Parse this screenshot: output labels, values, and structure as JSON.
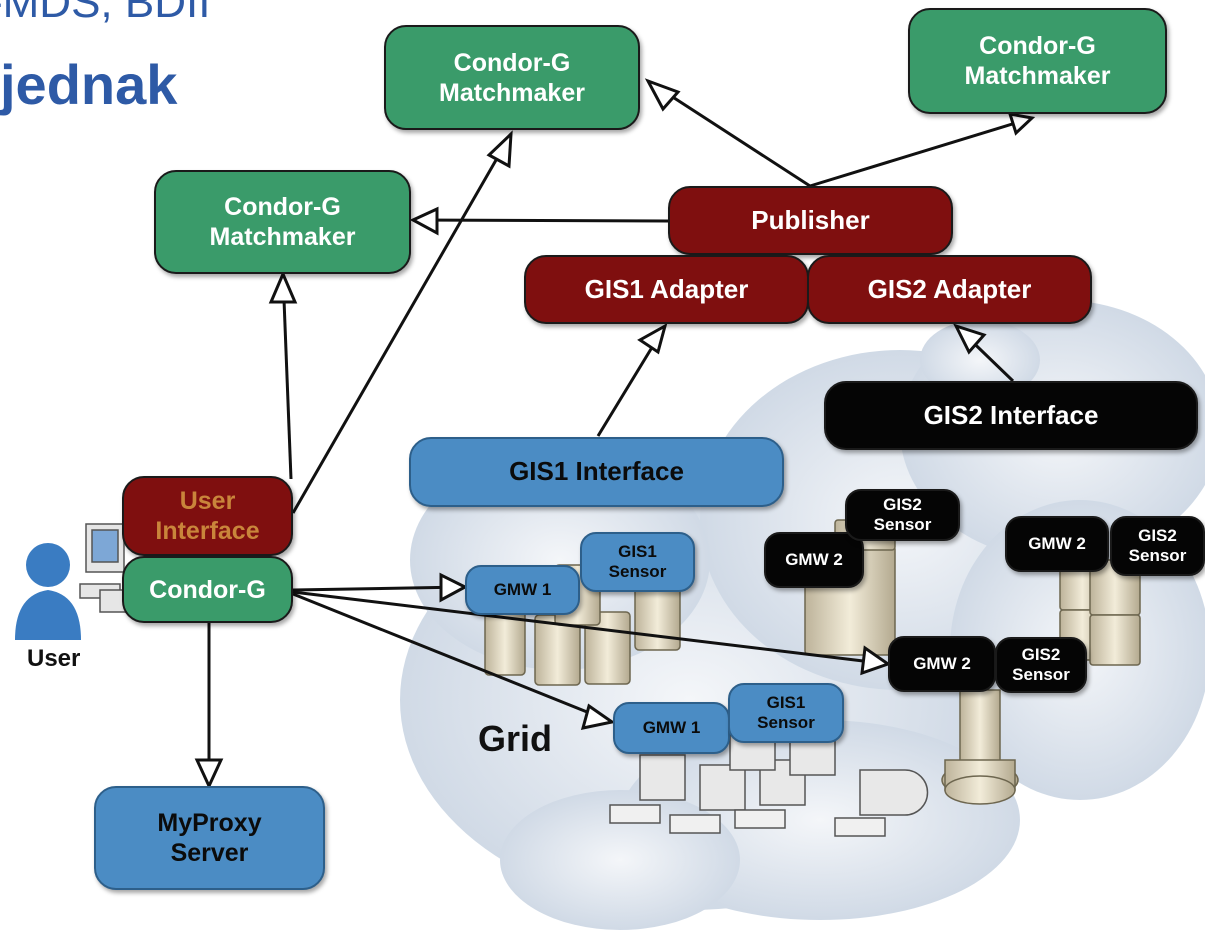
{
  "header": {
    "line1": "-MDS, BDII",
    "line2": "jednak"
  },
  "nodes": {
    "matchmaker_top": "Condor-G\nMatchmaker",
    "matchmaker_right": "Condor-G\nMatchmaker",
    "matchmaker_left": "Condor-G\nMatchmaker",
    "publisher": "Publisher",
    "gis1_adapter": "GIS1 Adapter",
    "gis2_adapter": "GIS2 Adapter",
    "gis2_interface": "GIS2 Interface",
    "gis1_interface": "GIS1 Interface",
    "user_interface": "User\nInterface",
    "condor_g": "Condor-G",
    "myproxy": "MyProxy\nServer",
    "gmw1_a": "GMW 1",
    "gis1_sensor_a": "GIS1\nSensor",
    "gmw1_b": "GMW 1",
    "gis1_sensor_b": "GIS1\nSensor",
    "gmw2_a": "GMW 2",
    "gis2_sensor_a": "GIS2\nSensor",
    "gmw2_b": "GMW 2",
    "gis2_sensor_b": "GIS2\nSensor",
    "gmw2_c": "GMW 2",
    "gis2_sensor_c": "GIS2\nSensor"
  },
  "labels": {
    "user": "User",
    "grid": "Grid"
  },
  "colors": {
    "green": "#3a9b6a",
    "dark_red": "#7f0f0f",
    "blue": "#4b8cc4",
    "black": "#050505",
    "cloud": "#dfe6ef",
    "header": "#2e5aa6"
  }
}
